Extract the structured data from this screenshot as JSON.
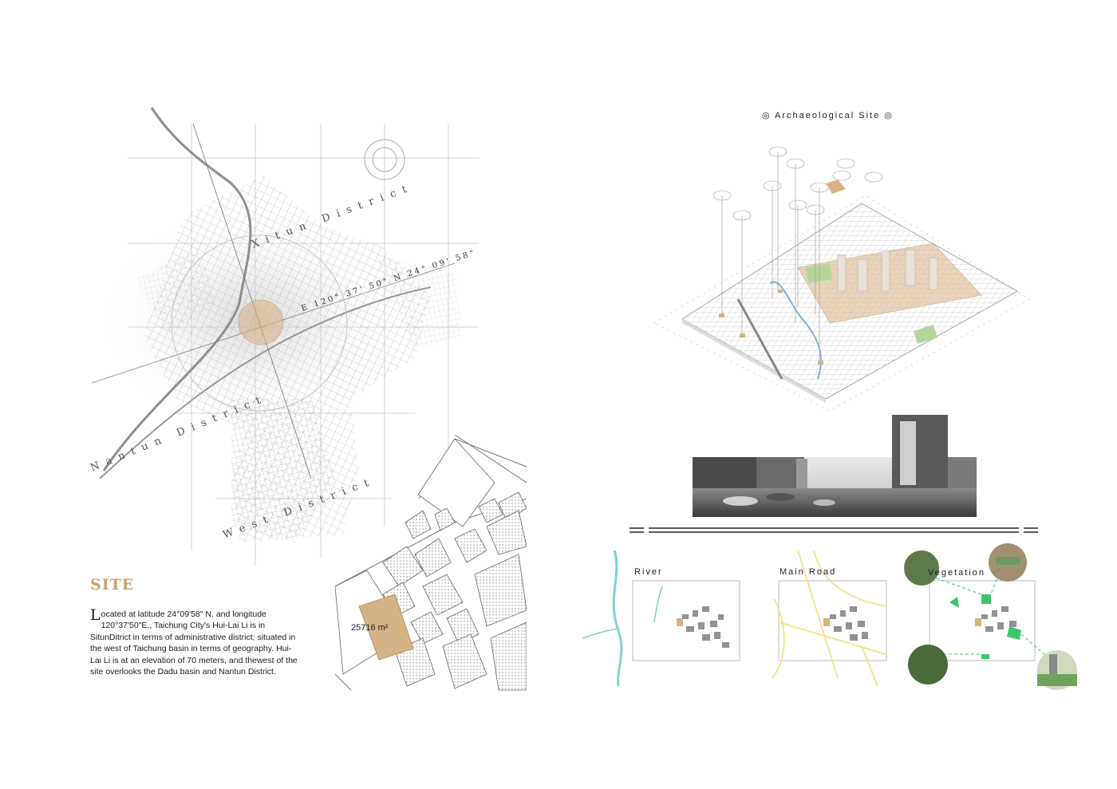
{
  "map": {
    "districts": {
      "xitun": "Xitun District",
      "nantun": "Nantun District",
      "west": "West District"
    },
    "coordinates": "E 120° 37' 50\" N 24° 09' 58\""
  },
  "site": {
    "title": "SITE",
    "dropcap": "L",
    "body": "ocated at latitude 24°09'58\" N. and longitude 120°37'50\"E., Taichung City's Hui-Lai Li is in SitunDitrict in terms of administrative district; situated in the west of Taichung basin in terms of geography. Hui-Lai Li is at an elevation of 70 meters, and thewest of the site overlooks the Dadu basin and Nantun District.",
    "area_label": "25716 m²"
  },
  "archaeological": {
    "title": "◎ Archaeological Site ◎"
  },
  "analysis": {
    "river": "River",
    "main_road": "Main Road",
    "vegetation": "Vegetation"
  },
  "colors": {
    "accent_tan": "#c9a36c",
    "site_fill": "#d6b385",
    "river": "#7fd3cf",
    "road": "#f0e68c",
    "vegetation": "#3cc46a"
  }
}
